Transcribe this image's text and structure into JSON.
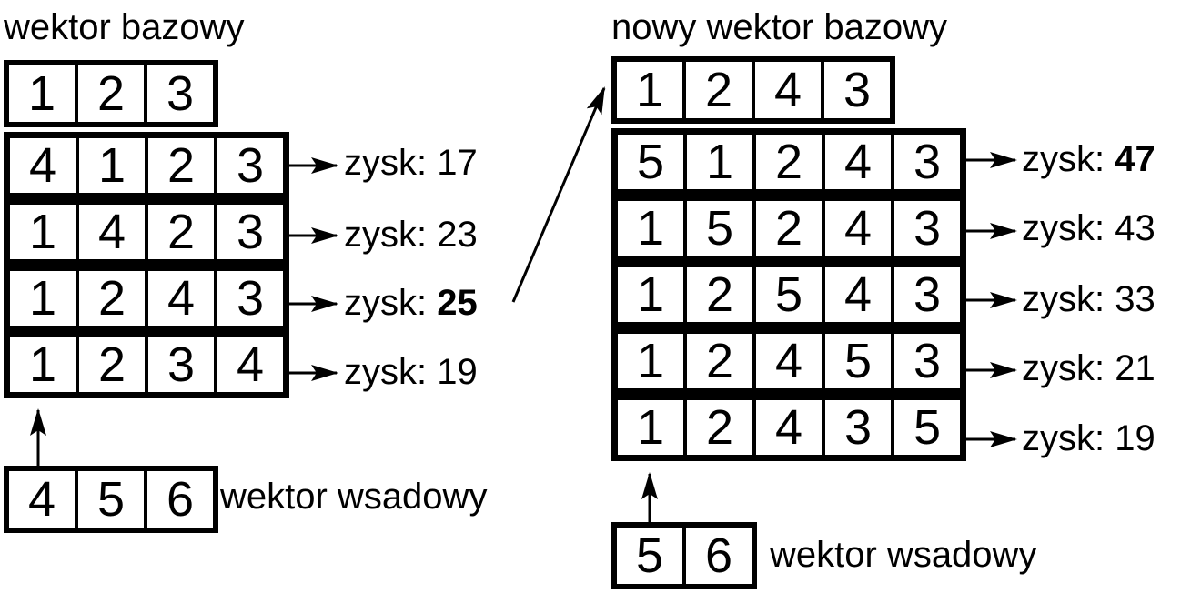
{
  "left": {
    "base_title": "wektor bazowy",
    "base_vector": [
      "1",
      "2",
      "3"
    ],
    "rows": [
      {
        "cells": [
          "4",
          "1",
          "2",
          "3"
        ],
        "gain_label": "zysk:",
        "gain_value": "17",
        "best": false
      },
      {
        "cells": [
          "1",
          "4",
          "2",
          "3"
        ],
        "gain_label": "zysk:",
        "gain_value": "23",
        "best": false
      },
      {
        "cells": [
          "1",
          "2",
          "4",
          "3"
        ],
        "gain_label": "zysk:",
        "gain_value": "25",
        "best": true
      },
      {
        "cells": [
          "1",
          "2",
          "3",
          "4"
        ],
        "gain_label": "zysk:",
        "gain_value": "19",
        "best": false
      }
    ],
    "batch_vector": [
      "4",
      "5",
      "6"
    ],
    "batch_title": "wektor wsadowy"
  },
  "right": {
    "base_title": "nowy wektor bazowy",
    "base_vector": [
      "1",
      "2",
      "4",
      "3"
    ],
    "rows": [
      {
        "cells": [
          "5",
          "1",
          "2",
          "4",
          "3"
        ],
        "gain_label": "zysk:",
        "gain_value": "47",
        "best": true
      },
      {
        "cells": [
          "1",
          "5",
          "2",
          "4",
          "3"
        ],
        "gain_label": "zysk:",
        "gain_value": "43",
        "best": false
      },
      {
        "cells": [
          "1",
          "2",
          "5",
          "4",
          "3"
        ],
        "gain_label": "zysk:",
        "gain_value": "33",
        "best": false
      },
      {
        "cells": [
          "1",
          "2",
          "4",
          "5",
          "3"
        ],
        "gain_label": "zysk:",
        "gain_value": "21",
        "best": false
      },
      {
        "cells": [
          "1",
          "2",
          "4",
          "3",
          "5"
        ],
        "gain_label": "zysk:",
        "gain_value": "19",
        "best": false
      }
    ],
    "batch_vector": [
      "5",
      "6"
    ],
    "batch_title": "wektor wsadowy"
  }
}
